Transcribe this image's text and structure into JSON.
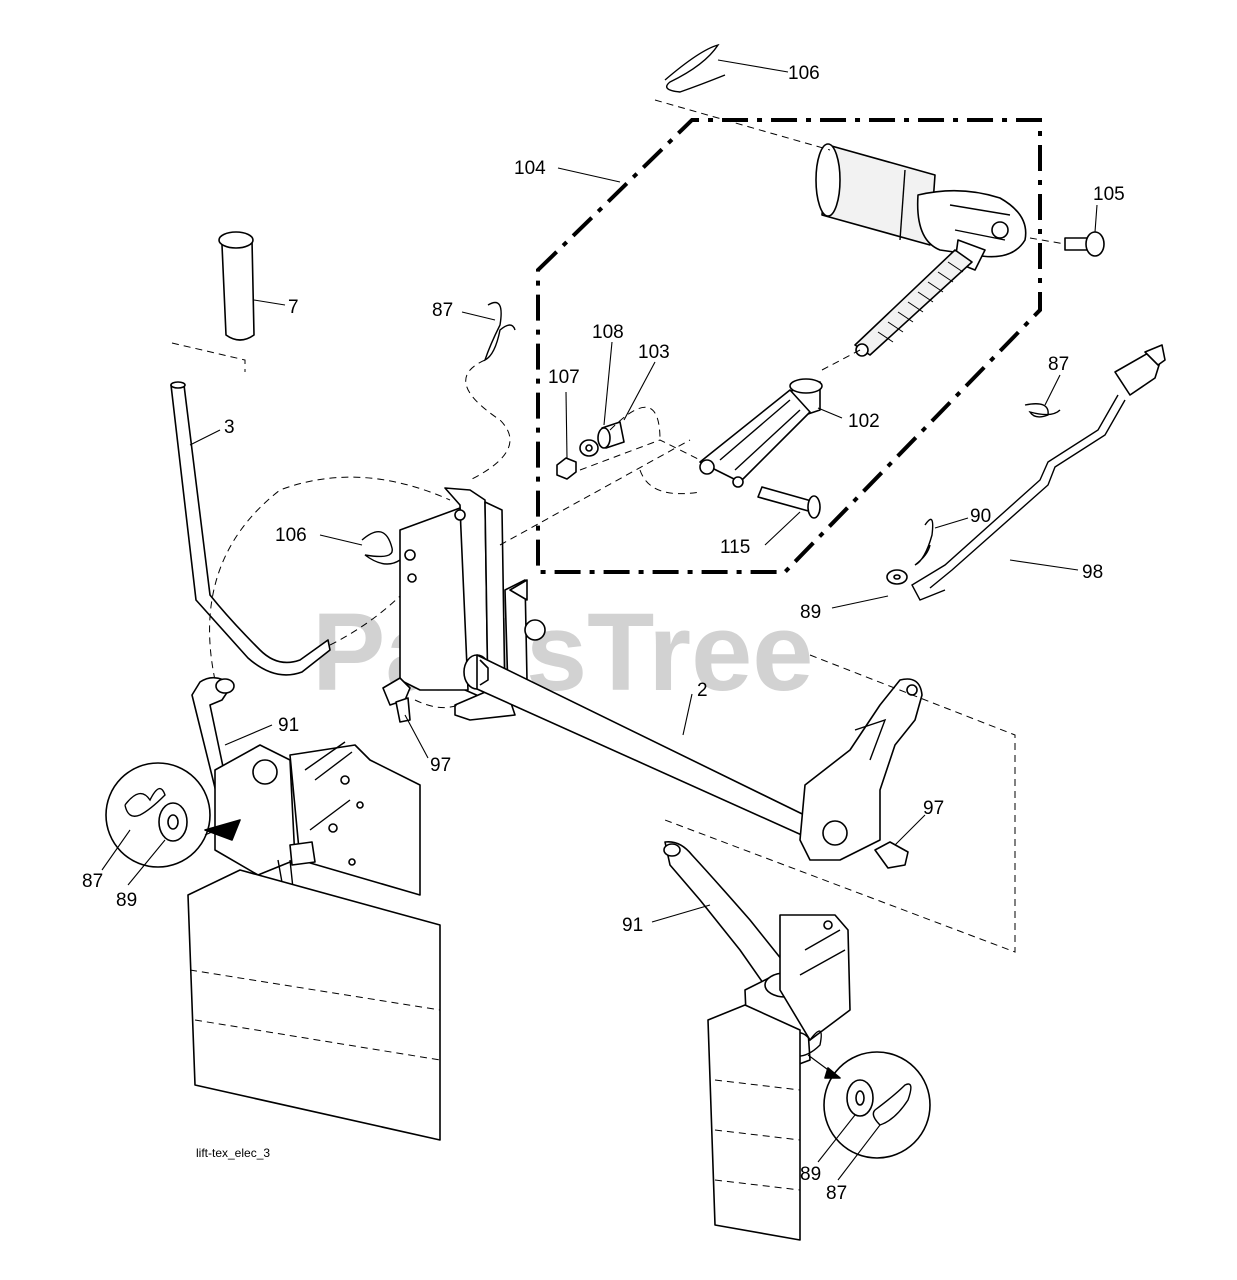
{
  "watermark": "PartsTree",
  "drawing_id": "lift-tex_elec_3",
  "callouts": [
    {
      "id": "c-106-top",
      "label": "106"
    },
    {
      "id": "c-104",
      "label": "104"
    },
    {
      "id": "c-105",
      "label": "105"
    },
    {
      "id": "c-7",
      "label": "7"
    },
    {
      "id": "c-87-upper",
      "label": "87"
    },
    {
      "id": "c-108",
      "label": "108"
    },
    {
      "id": "c-103",
      "label": "103"
    },
    {
      "id": "c-107",
      "label": "107"
    },
    {
      "id": "c-3",
      "label": "3"
    },
    {
      "id": "c-102",
      "label": "102"
    },
    {
      "id": "c-87-right",
      "label": "87"
    },
    {
      "id": "c-106-mid",
      "label": "106"
    },
    {
      "id": "c-90",
      "label": "90"
    },
    {
      "id": "c-115",
      "label": "115"
    },
    {
      "id": "c-98",
      "label": "98"
    },
    {
      "id": "c-89-right",
      "label": "89"
    },
    {
      "id": "c-2",
      "label": "2"
    },
    {
      "id": "c-91-left",
      "label": "91"
    },
    {
      "id": "c-97-left",
      "label": "97"
    },
    {
      "id": "c-97-right",
      "label": "97"
    },
    {
      "id": "c-87-left-detail",
      "label": "87"
    },
    {
      "id": "c-89-left-detail",
      "label": "89"
    },
    {
      "id": "c-91-right",
      "label": "91"
    },
    {
      "id": "c-89-right-detail",
      "label": "89"
    },
    {
      "id": "c-87-right-detail",
      "label": "87"
    }
  ]
}
